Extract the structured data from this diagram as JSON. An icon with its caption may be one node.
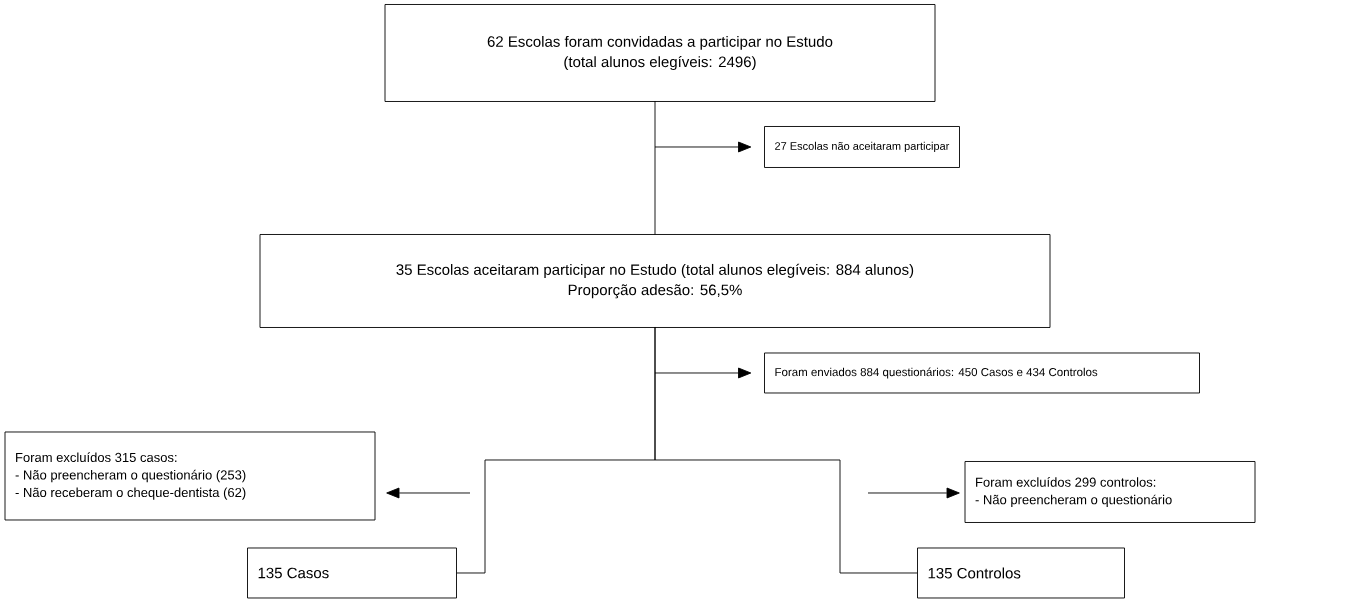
{
  "diagram": {
    "nodes": [
      {
        "text": [
          "62 Escolas foram convidadas a participar no Estudo",
          "(total alunos elegíveis: 2496)"
        ]
      },
      {
        "text": [
          "27 Escolas não aceitaram participar"
        ]
      },
      {
        "text": [
          "35 Escolas aceitaram participar no Estudo (total alunos elegíveis: 884 alunos)",
          "Proporção adesão: 56,5%"
        ]
      },
      {
        "text": [
          "Foram enviados 884 questionários: 450 Casos e 434 Controlos"
        ]
      },
      {
        "text": [
          "Foram excluídos 315 casos:",
          "- Não preencheram o questionário (253)",
          "- Não receberam o cheque-dentista (62)"
        ]
      },
      {
        "text": [
          "Foram excluídos 299 controlos:",
          "- Não preencheram o questionário"
        ]
      },
      {
        "text": [
          "135 Casos"
        ]
      },
      {
        "text": [
          "135 Controlos"
        ]
      }
    ],
    "edges": [
      {
        "from": 0,
        "to": 2,
        "arrow": "none"
      },
      {
        "from": null,
        "to": 1,
        "arrow": "to"
      },
      {
        "from": null,
        "to": 3,
        "arrow": "to"
      },
      {
        "from": 2,
        "to": 6,
        "arrow": "none"
      },
      {
        "from": 2,
        "to": 7,
        "arrow": "none"
      },
      {
        "from": null,
        "to": 4,
        "arrow": "to"
      },
      {
        "from": null,
        "to": 5,
        "arrow": "to"
      }
    ]
  }
}
